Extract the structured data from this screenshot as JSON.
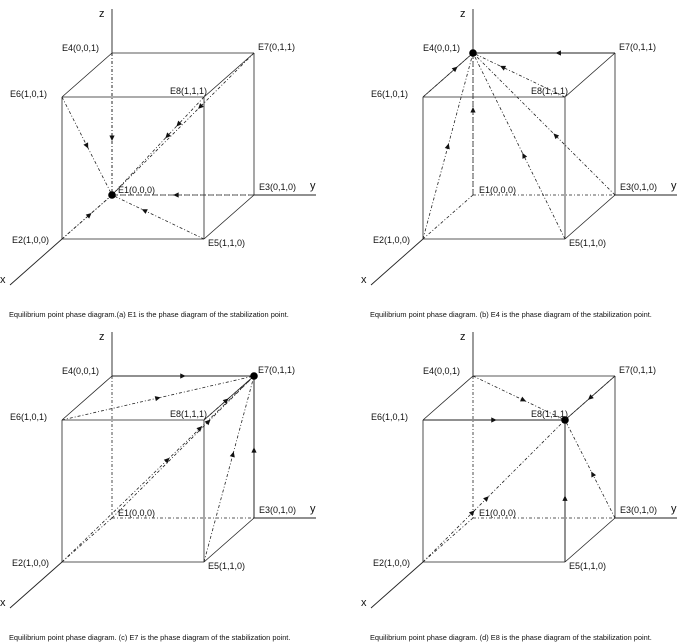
{
  "axes": {
    "x": "x",
    "y": "y",
    "z": "z"
  },
  "points": {
    "E1": "E1(0,0,0)",
    "E2": "E2(1,0,0)",
    "E3": "E3(0,1,0)",
    "E4": "E4(0,0,1)",
    "E5": "E5(1,1,0)",
    "E6": "E6(1,0,1)",
    "E7": "E7(0,1,1)",
    "E8": "E8(1,1,1)"
  },
  "panels": [
    {
      "id": "a",
      "stable_point": "E1",
      "caption": "Equilibrium point phase diagram.(a) E1 is the phase diagram of the stabilization point."
    },
    {
      "id": "b",
      "stable_point": "E4",
      "caption": "Equilibrium point phase diagram. (b) E4 is the phase diagram of the stabilization point."
    },
    {
      "id": "c",
      "stable_point": "E7",
      "caption": "Equilibrium point phase diagram. (c) E7 is the phase diagram of the stabilization point."
    },
    {
      "id": "d",
      "stable_point": "E8",
      "caption": "Equilibrium point phase diagram. (d) E8 is the phase diagram of the stabilization point."
    }
  ]
}
